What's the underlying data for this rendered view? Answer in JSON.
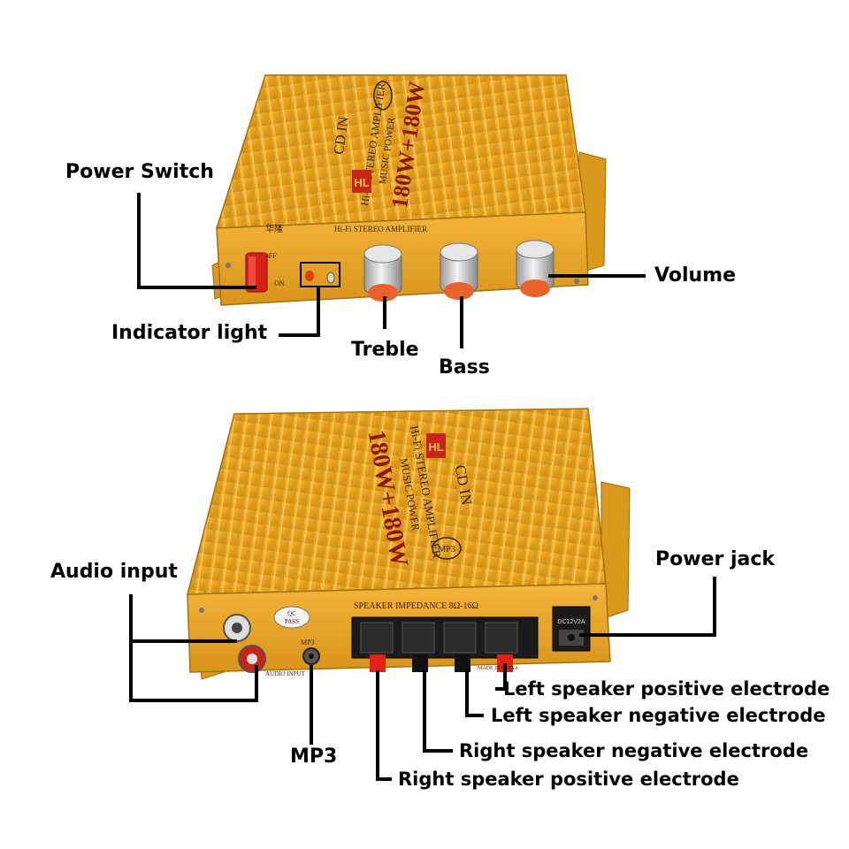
{
  "labels": {
    "power_switch": "Power Switch",
    "indicator_light": "Indicator light",
    "treble": "Treble",
    "bass": "Bass",
    "volume": "Volume",
    "audio_input": "Audio input",
    "mp3": "MP3",
    "power_jack": "Power jack",
    "left_pos": "Left speaker positive electrode",
    "left_neg": "Left speaker negative electrode",
    "right_neg": "Right speaker negative electrode",
    "right_pos": "Right speaker positive electrode"
  },
  "device_text": {
    "power_rating": "180W+180W",
    "title": "Hi-Fi STEREO AMPLIFIER",
    "subtitle": "MUSIC POWER",
    "cd_in": "CD IN",
    "mp3_badge": "MP3",
    "front_panel": "Hi-Fi STEREO AMPLIFIER",
    "brand_cn": "华隆",
    "off": "OFF",
    "on": "ON",
    "speaker_impedance": "SPEAKER IMPEDANCE 8Ω-16Ω",
    "qc": "QC",
    "pass": "PASS",
    "mp3_port": "MP3",
    "audio_input_port": "AUDIO INPUT",
    "dc": "DC12V2A",
    "made_in": "MADE IN CHINA"
  },
  "colors": {
    "body_gold": "#e9a520",
    "body_dark": "#b87710",
    "knob_orange": "#e8622a",
    "switch_red": "#d8201a"
  }
}
